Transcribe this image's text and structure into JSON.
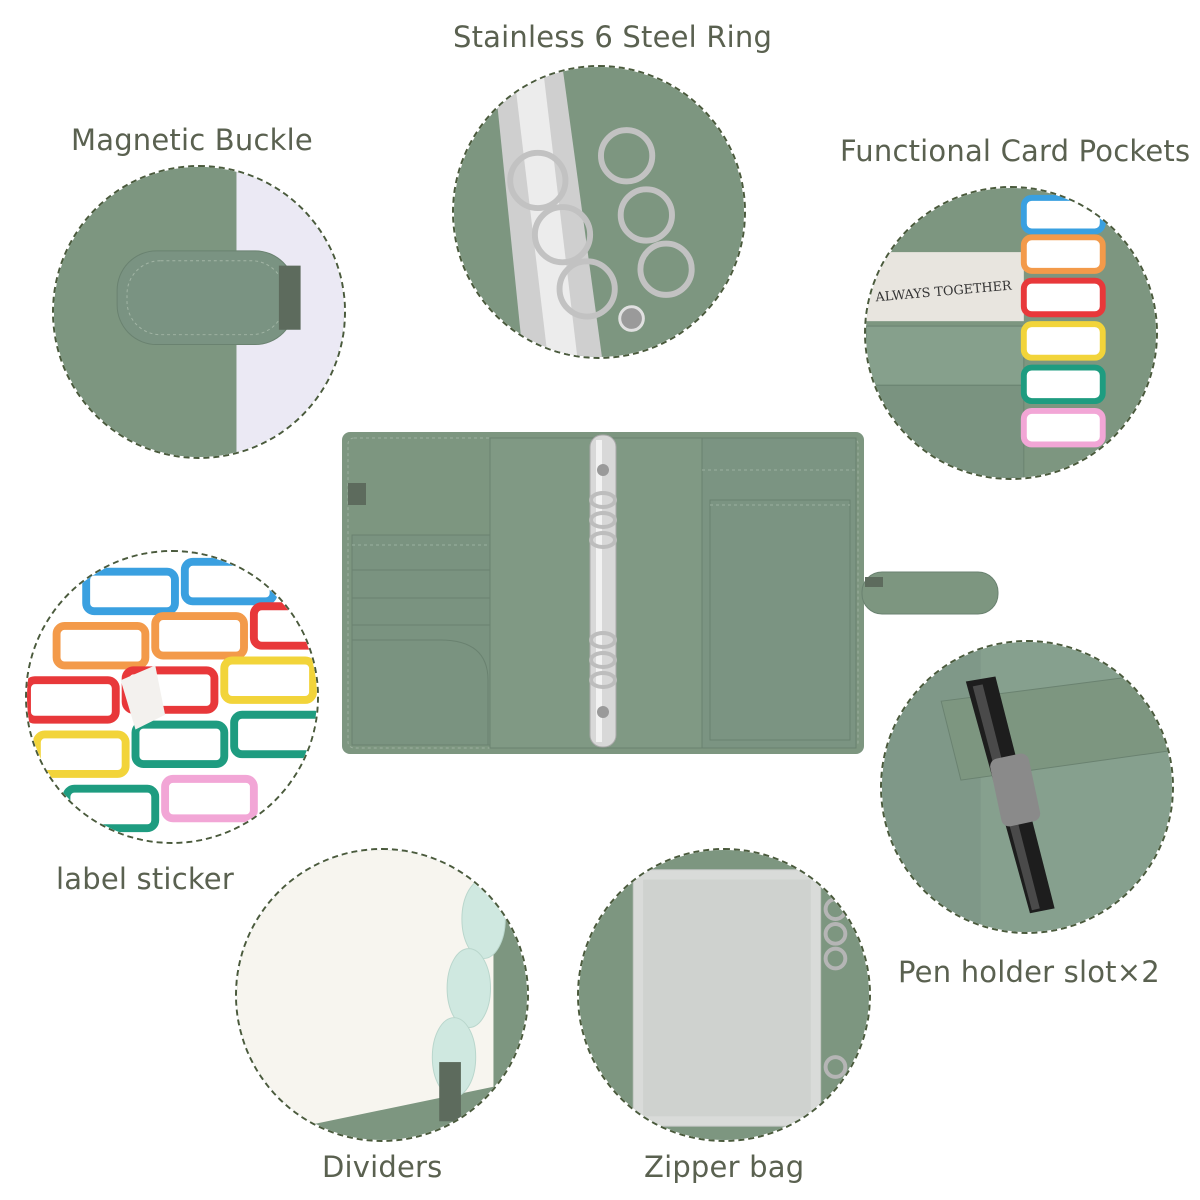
{
  "labels": {
    "ring": "Stainless 6 Steel Ring",
    "buckle": "Magnetic Buckle",
    "pockets": "Functional Card Pockets",
    "sticker": "label sticker",
    "pen": "Pen holder slot×2",
    "dividers": "Dividers",
    "zipper": "Zipper bag"
  },
  "card_text": "ALWAYS TOGETHER",
  "colors": {
    "binder_green": "#7d9680",
    "binder_dark": "#6b8370",
    "label_text": "#5a6150",
    "dash": "#4a5a3c"
  }
}
